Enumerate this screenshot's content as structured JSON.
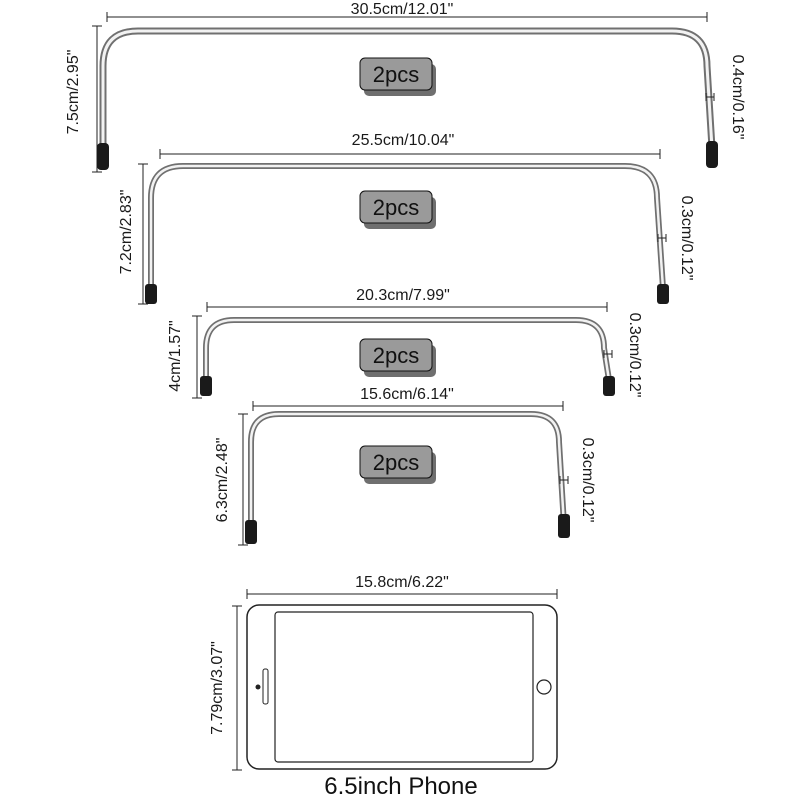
{
  "colors": {
    "wire_light": "#eeeeee",
    "wire_mid": "#b8b8b8",
    "wire_dark": "#707070",
    "cap": "#1a1a1a",
    "badge_fill": "#9a9a9a",
    "badge_shadow": "#6f6f6f",
    "line": "#222222"
  },
  "frames": [
    {
      "id": "frame-1",
      "width_label": "30.5cm/12.01\"",
      "height_label": "7.5cm/2.95\"",
      "thickness_label": "0.4cm/0.16\"",
      "quantity_label": "2pcs"
    },
    {
      "id": "frame-2",
      "width_label": "25.5cm/10.04\"",
      "height_label": "7.2cm/2.83\"",
      "thickness_label": "0.3cm/0.12\"",
      "quantity_label": "2pcs"
    },
    {
      "id": "frame-3",
      "width_label": "20.3cm/7.99\"",
      "height_label": "4cm/1.57\"",
      "thickness_label": "0.3cm/0.12\"",
      "quantity_label": "2pcs"
    },
    {
      "id": "frame-4",
      "width_label": "15.6cm/6.14\"",
      "height_label": "6.3cm/2.48\"",
      "thickness_label": "0.3cm/0.12\"",
      "quantity_label": "2pcs"
    }
  ],
  "phone": {
    "width_label": "15.8cm/6.22\"",
    "height_label": "7.79cm/3.07\"",
    "caption": "6.5inch Phone"
  }
}
